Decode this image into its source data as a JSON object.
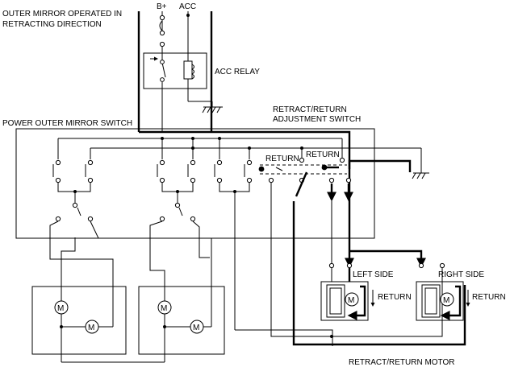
{
  "labels": {
    "mode_line1": "OUTER MIRROR OPERATED IN",
    "mode_line2": "RETRACTING DIRECTION",
    "bplus": "B+",
    "acc": "ACC",
    "acc_relay": "ACC RELAY",
    "power_switch": "POWER OUTER MIRROR SWITCH",
    "retract_switch_line1": "RETRACT/RETURN",
    "retract_switch_line2": "ADJUSTMENT SWITCH",
    "return_left": "RETURN",
    "return_right": "RETURN",
    "left_side": "LEFT SIDE",
    "right_side": "RIGHT SIDE",
    "return_motor_left": "RETURN",
    "return_motor_right": "RETURN",
    "retract_motor": "RETRACT/RETURN MOTOR",
    "motor_symbol": "M"
  }
}
